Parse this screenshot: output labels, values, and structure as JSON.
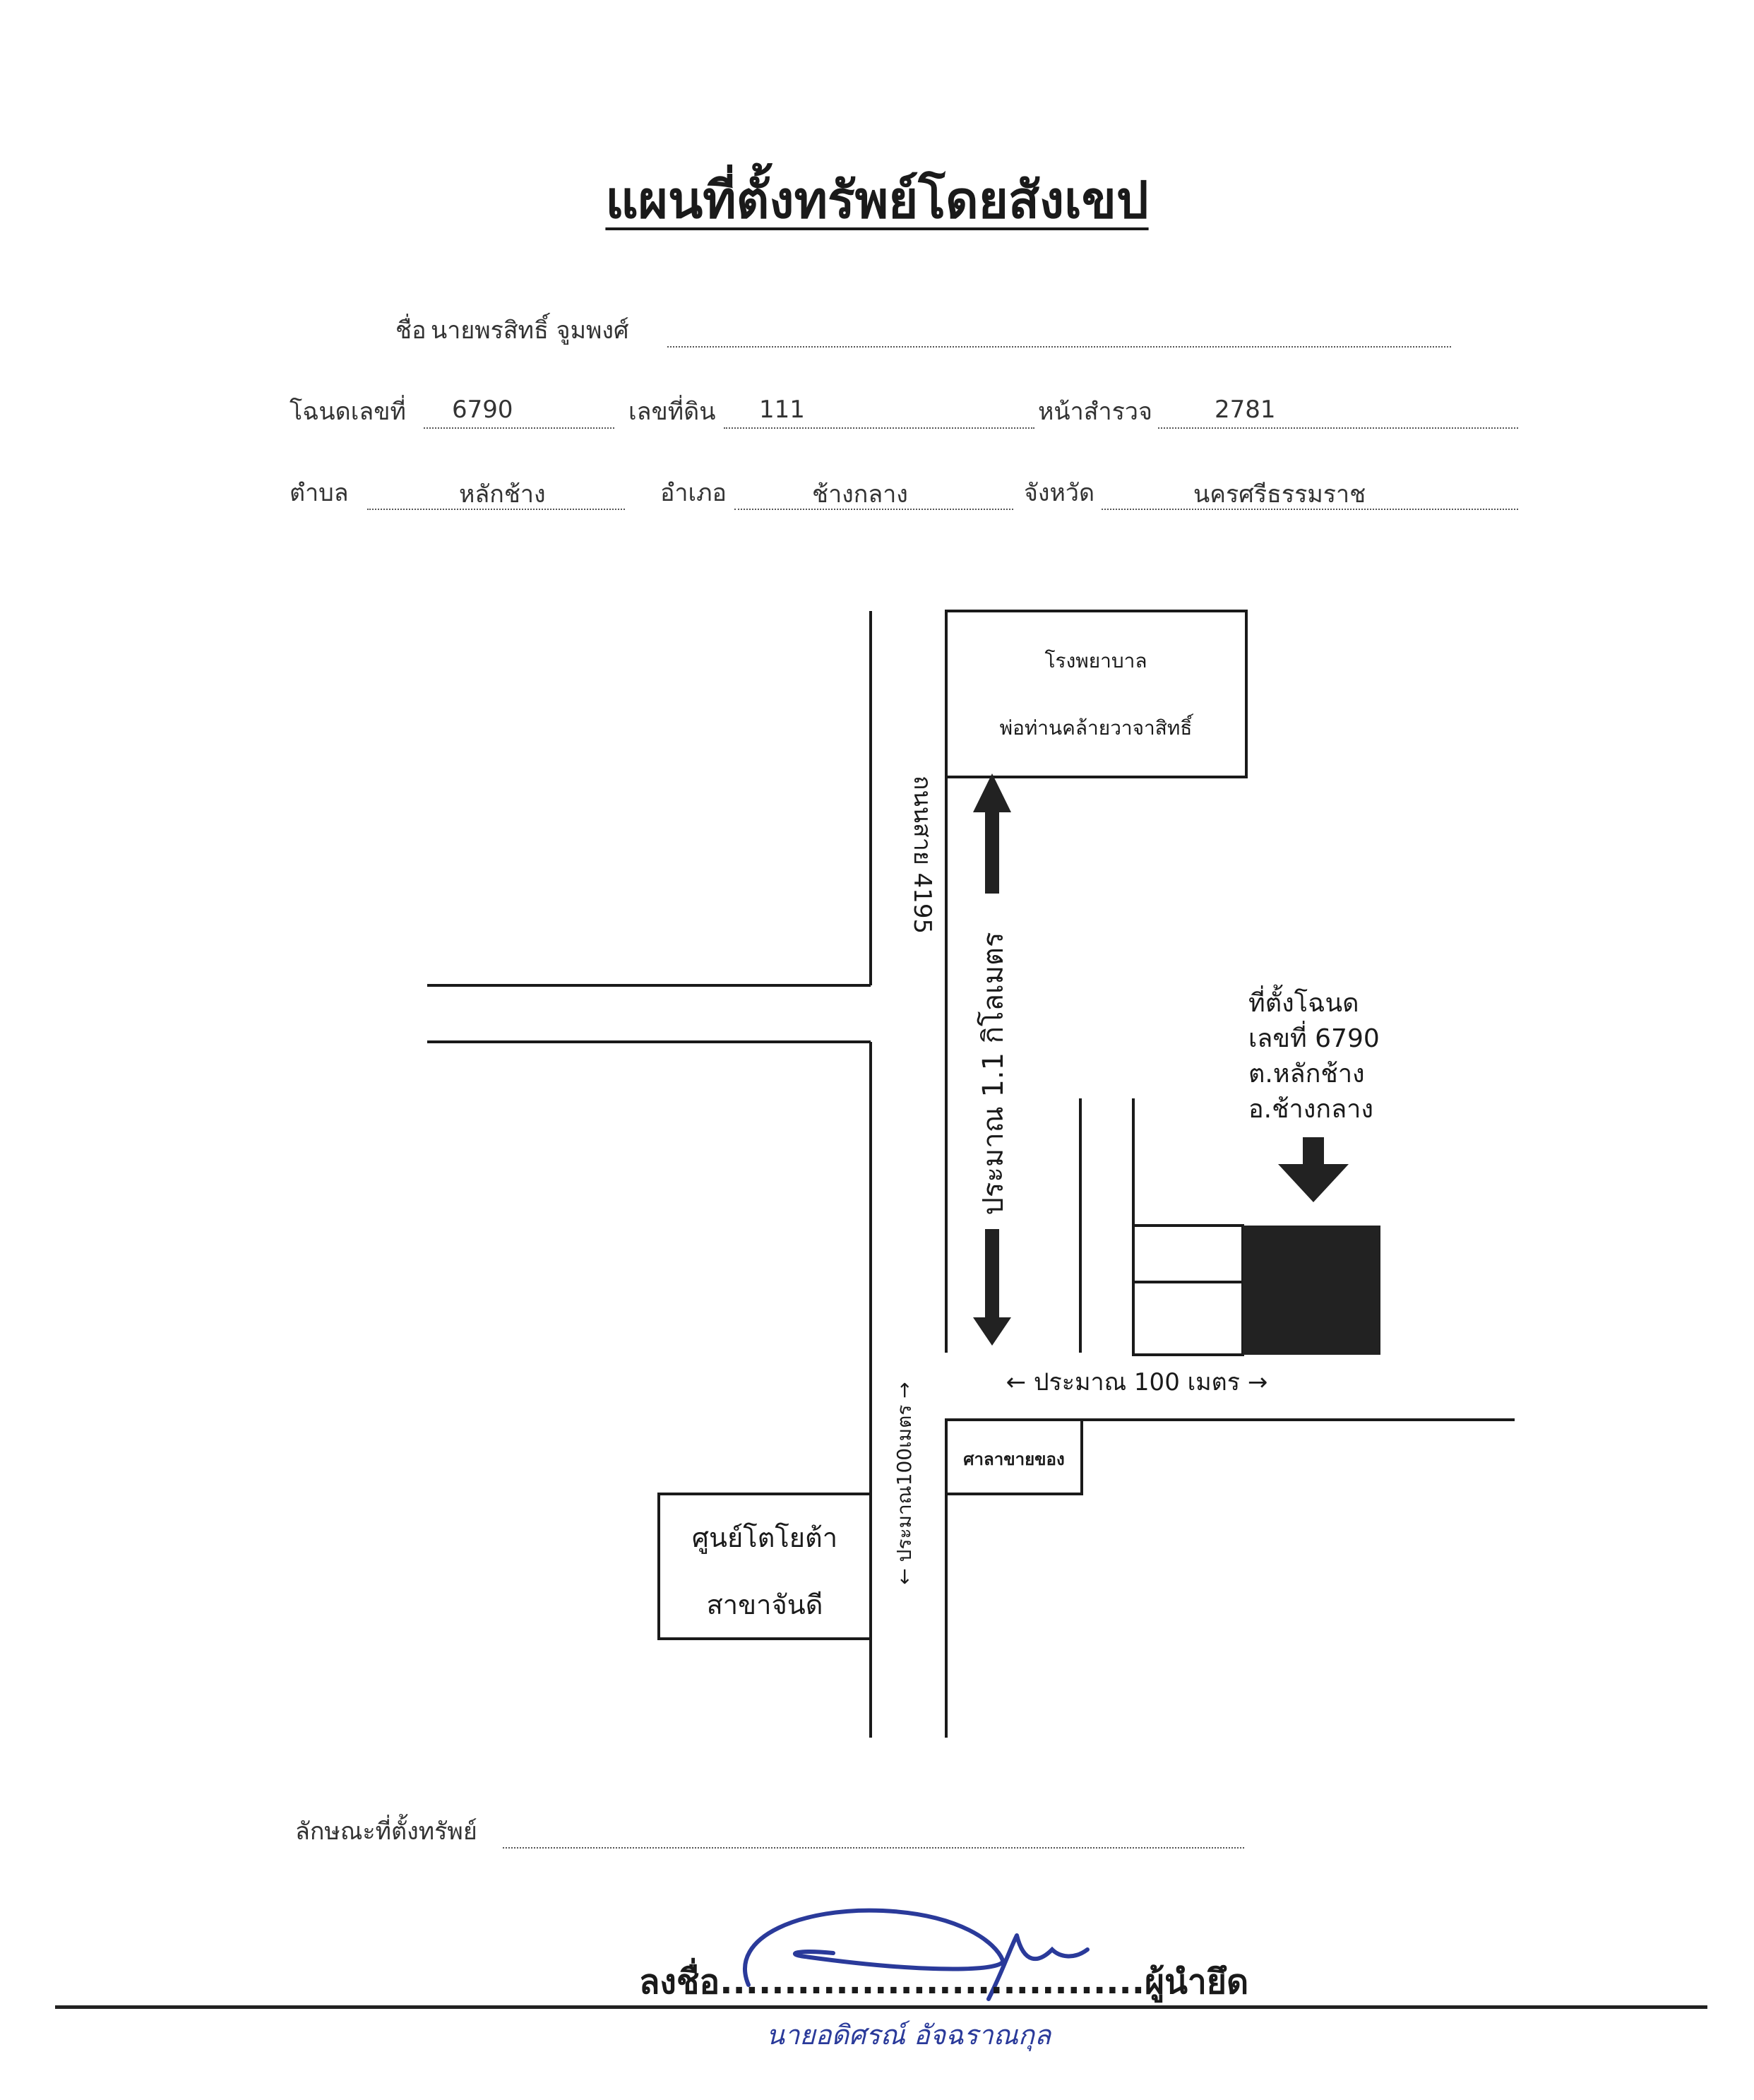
{
  "document": {
    "title": "แผนที่ตั้งทรัพย์โดยสังเขป"
  },
  "form": {
    "name_label": "ชื่อ",
    "name_value": "นายพรสิทธิ์ จูมพงศ์",
    "deed_no_label": "โฉนดเลขที่",
    "deed_no_value": "6790",
    "land_no_label": "เลขที่ดิน",
    "land_no_value": "111",
    "survey_page_label": "หน้าสำรวจ",
    "survey_page_value": "2781",
    "subdistrict_label": "ตำบล",
    "subdistrict_value": "หลักช้าง",
    "district_label": "อำเภอ",
    "district_value": "ช้างกลาง",
    "province_label": "จังหวัด",
    "province_value": "นครศรีธรรมราช"
  },
  "map": {
    "hospital_line1": "โรงพยาบาล",
    "hospital_line2": "พ่อท่านคล้ายวาจาสิทธิ์",
    "road_label": "ถนนสาย 4195",
    "distance_vertical": "ประมาณ 1.1 กิโลเมตร",
    "property_line1": "ที่ตั้งโฉนด",
    "property_line2": "เลขที่ 6790",
    "property_line3": "ต.หลักช้าง",
    "property_line4": "อ.ช้างกลาง",
    "distance_horizontal": "← ประมาณ 100 เมตร →",
    "shop_label": "ศาลาขายของ",
    "distance_side": "← ประมาณ100เมตร →",
    "toyota_line1": "ศูนย์โตโยต้า",
    "toyota_line2": "สาขาจันดี"
  },
  "footer": {
    "characteristics_label": "ลักษณะที่ตั้งทรัพย์",
    "sign_label": "ลงชื่อ.................................ผู้นำยึด",
    "signer_name": "นายอดิศรณ์ อัจฉราณกุล"
  },
  "colors": {
    "ink": "#1a1a1a",
    "signature_ink": "#2a3a9a"
  }
}
